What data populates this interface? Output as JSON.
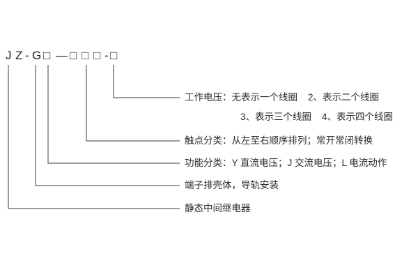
{
  "model": {
    "code": "JZ-G□—□□□-□",
    "chars": [
      "J",
      "Z",
      "-",
      "G",
      "□",
      "—",
      "□",
      "□",
      "□",
      "-",
      "□"
    ]
  },
  "labels": {
    "working_voltage_1": "工作电压：无表示一个线圈    2、表示二个线圈",
    "working_voltage_2": "3、表示三个线圈    4、表示四个线圈",
    "contact": "触点分类：从左至右顺序排列；常开常闭转换",
    "function": "功能分类：Y 直流电压；J 交流电压；L 电流动作",
    "housing": "端子排壳体，导轨安装",
    "relay": "静态中间继电器"
  }
}
